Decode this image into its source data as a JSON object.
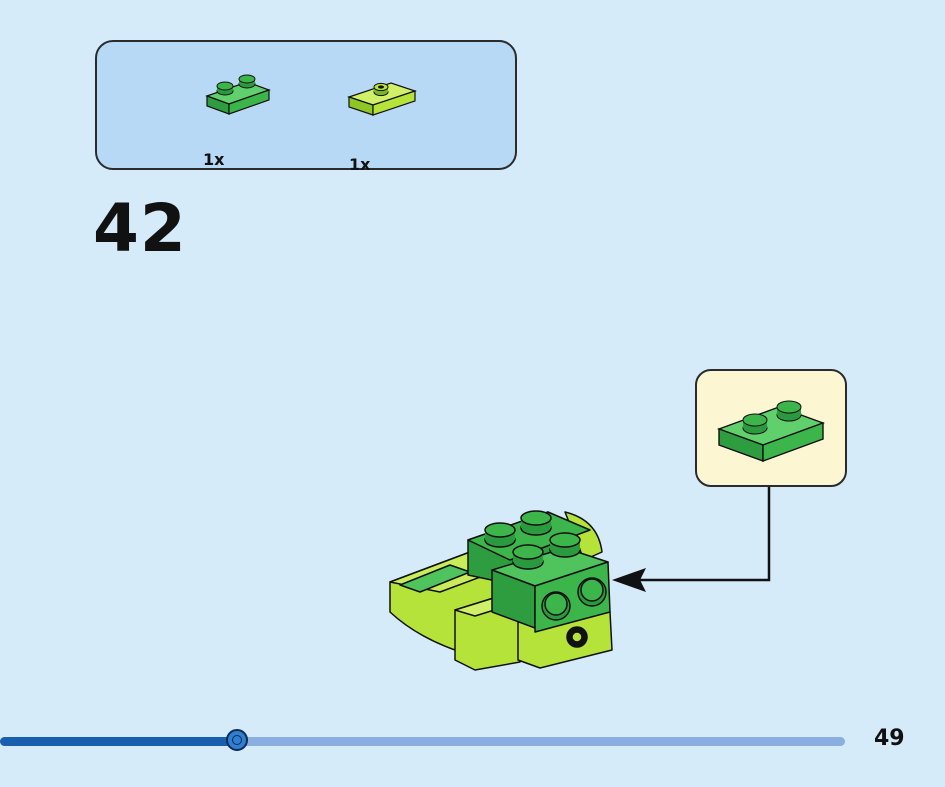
{
  "parts_list": {
    "items": [
      {
        "qty": "1x",
        "color": "#3cb54a",
        "icon": "green-plate-1x2-icon"
      },
      {
        "qty": "1x",
        "color": "#b5e33a",
        "icon": "lime-jumper-plate-1x2-icon"
      }
    ]
  },
  "step": {
    "number": "42"
  },
  "callout": {
    "icon": "green-plate-1x2-icon",
    "color": "#3cb54a"
  },
  "model": {
    "icon": "lego-frog-model-icon",
    "colors": {
      "green": "#3cb54a",
      "dark_green": "#2b9a3e",
      "lime": "#b5e33a"
    }
  },
  "progress": {
    "fraction": 0.28
  },
  "page": {
    "number": "49"
  },
  "colors": {
    "background": "#d6ebfa",
    "parts_box": "#b7d9f5",
    "callout_bg": "#fdf6d3",
    "progress_fill": "#1a5fae",
    "progress_track": "#8aaee0"
  }
}
